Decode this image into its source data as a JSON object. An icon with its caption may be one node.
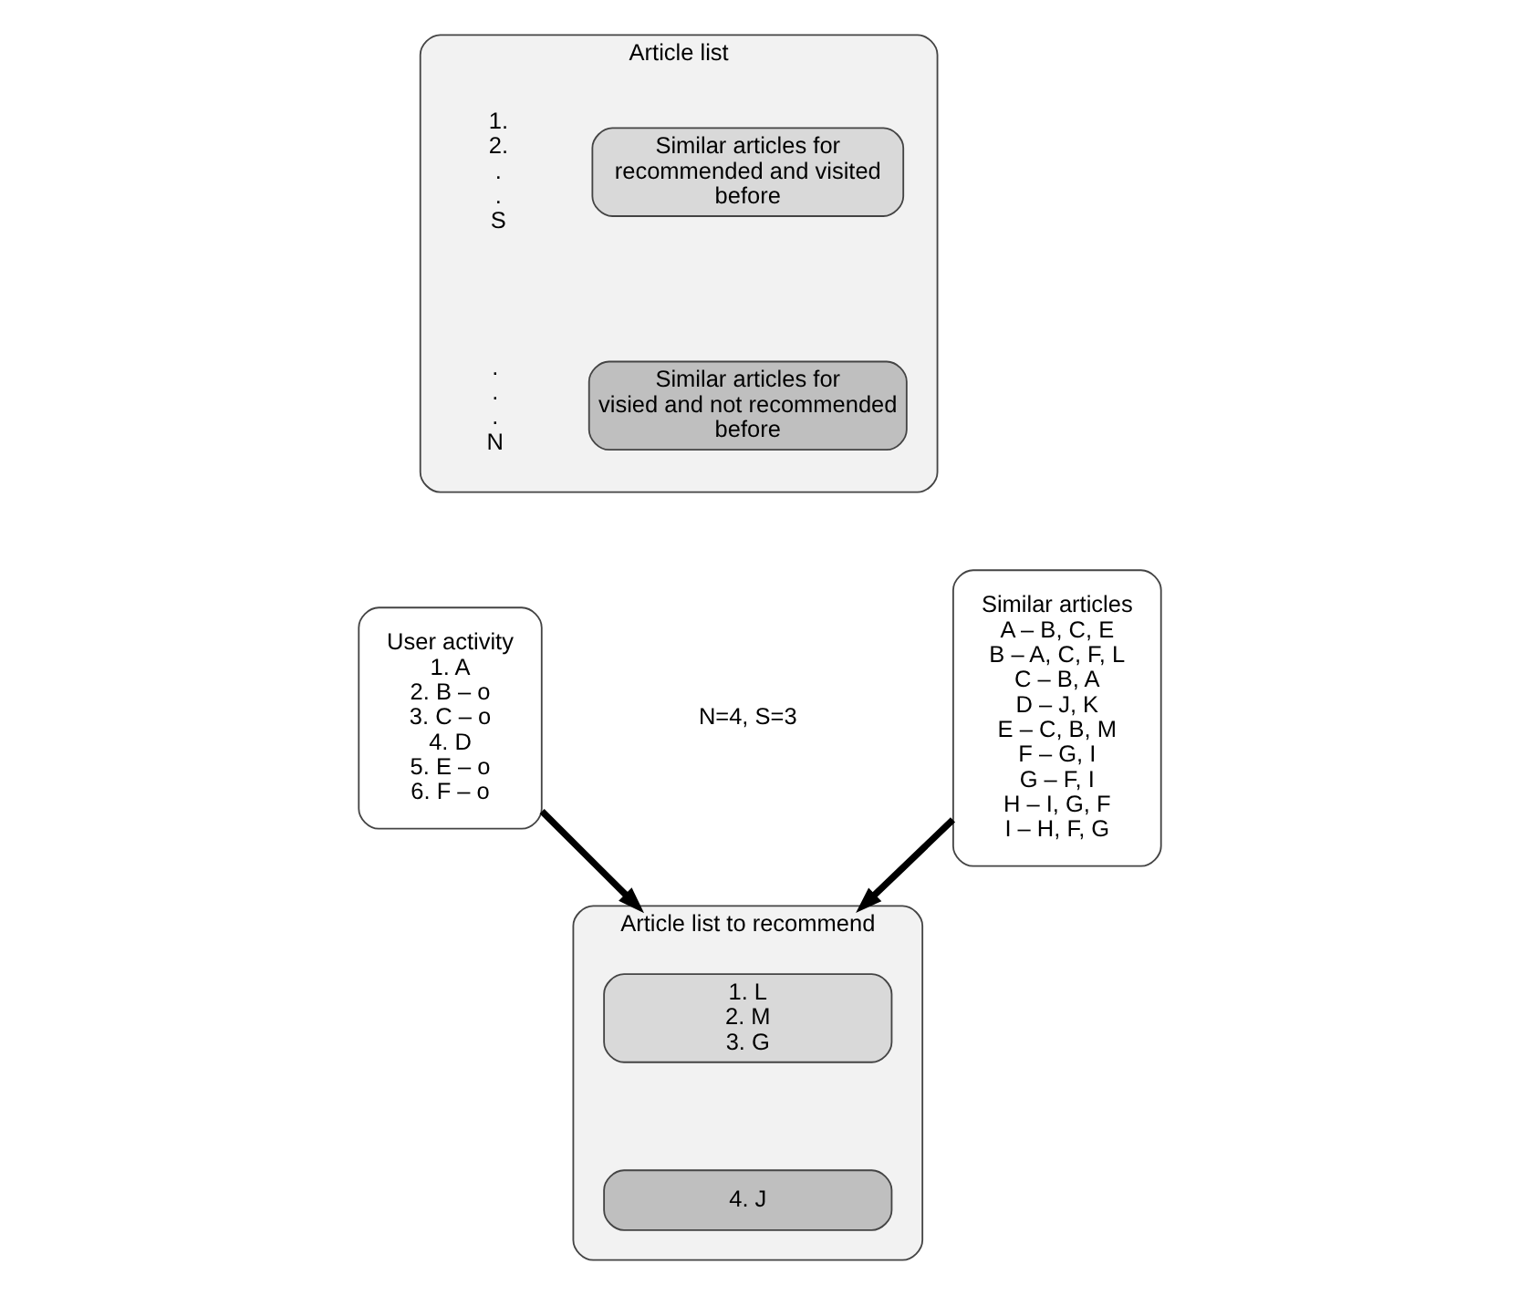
{
  "diagram": {
    "nodes": [
      {
        "text": [
          "Article list"
        ]
      },
      {
        "text": [
          "Similar articles for recommended and visited before"
        ],
        "in": 0,
        "beside": [
          "1. 2. . . S"
        ]
      },
      {
        "text": [
          "Similar articles for visied and not recommended before"
        ],
        "in": 0,
        "beside": [
          ". . . N"
        ]
      },
      {
        "text": [
          "User activity",
          "1. A",
          "2. B – o",
          "3. C – o",
          "4. D",
          "5. E – o",
          "6. F – o"
        ]
      },
      {
        "text": [
          "Similar articles",
          "A – B, C, E",
          "B – A, C, F, L",
          "C – B, A",
          "D – J, K",
          "E – C, B, M",
          "F – G, I",
          "G – F, I",
          "H – I, G, F",
          "I – H, F, G"
        ]
      },
      {
        "text": [
          "Article list to recommend"
        ]
      },
      {
        "text": [
          "1. L",
          "2. M",
          "3. G"
        ],
        "in": 5
      },
      {
        "text": [
          "4. J"
        ],
        "in": 5
      }
    ],
    "edges": [
      {
        "from": 3,
        "to": 5,
        "arrow": "to"
      },
      {
        "from": 4,
        "to": 5,
        "arrow": "to"
      }
    ],
    "labels": [
      "N=4, S=3"
    ]
  }
}
